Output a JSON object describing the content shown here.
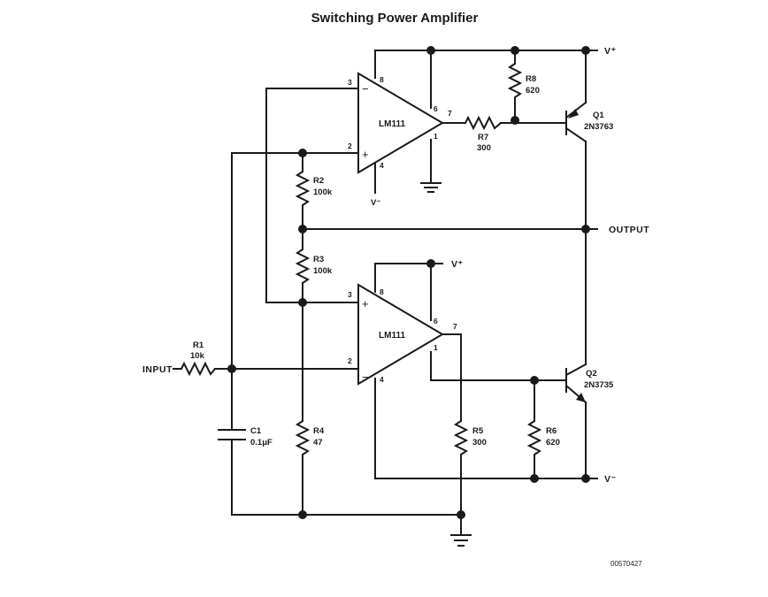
{
  "title": "Switching Power Amplifier",
  "drawing_code": "00570427",
  "nets": {
    "input": "INPUT",
    "output": "OUTPUT",
    "v_plus": "V⁺",
    "v_minus": "V⁻"
  },
  "comparators": [
    {
      "part": "LM111",
      "pins": {
        "inv": "3",
        "noninv": "2",
        "vcc": "8",
        "gnd_pin": "4",
        "out_a": "6",
        "out_b": "7",
        "bal": "1"
      },
      "minus": "−",
      "plus": "+"
    },
    {
      "part": "LM111",
      "pins": {
        "inv": "2",
        "noninv": "3",
        "vcc": "8",
        "gnd_pin": "4",
        "out_a": "6",
        "out_b": "7",
        "bal": "1"
      },
      "minus": "−",
      "plus": "+"
    }
  ],
  "resistors": [
    {
      "ref": "R1",
      "value": "10k"
    },
    {
      "ref": "R2",
      "value": "100k"
    },
    {
      "ref": "R3",
      "value": "100k"
    },
    {
      "ref": "R4",
      "value": "47"
    },
    {
      "ref": "R5",
      "value": "300"
    },
    {
      "ref": "R6",
      "value": "620"
    },
    {
      "ref": "R7",
      "value": "300"
    },
    {
      "ref": "R8",
      "value": "620"
    }
  ],
  "capacitors": [
    {
      "ref": "C1",
      "value": "0.1μF"
    }
  ],
  "transistors": [
    {
      "ref": "Q1",
      "part": "2N3763"
    },
    {
      "ref": "Q2",
      "part": "2N3735"
    }
  ]
}
